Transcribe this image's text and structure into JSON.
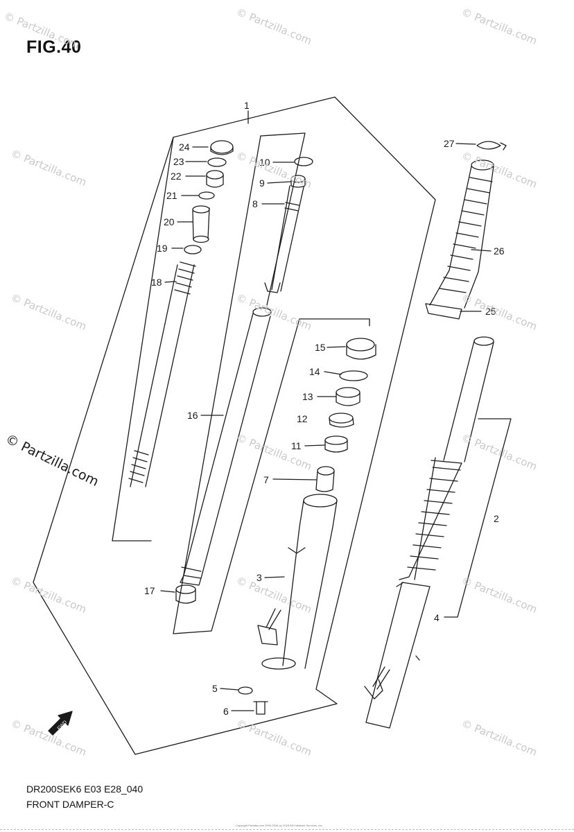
{
  "figure": {
    "title": "FIG.40",
    "model_code": "DR200SEK6 E03 E28_040",
    "diagram_name": "FRONT DAMPER-C",
    "copyright": "Copyright Partzilla.com 2009-2016 (c) 2016 ARI Network Services, Inc."
  },
  "watermark": {
    "text": "© Partzilla.com",
    "prominent_text": "© Partzilla.com"
  },
  "callouts": [
    {
      "id": "1",
      "label": "1"
    },
    {
      "id": "2",
      "label": "2"
    },
    {
      "id": "3",
      "label": "3"
    },
    {
      "id": "4",
      "label": "4"
    },
    {
      "id": "5",
      "label": "5"
    },
    {
      "id": "6",
      "label": "6"
    },
    {
      "id": "7",
      "label": "7"
    },
    {
      "id": "8",
      "label": "8"
    },
    {
      "id": "9",
      "label": "9"
    },
    {
      "id": "10",
      "label": "10"
    },
    {
      "id": "11",
      "label": "11"
    },
    {
      "id": "12",
      "label": "12"
    },
    {
      "id": "13",
      "label": "13"
    },
    {
      "id": "14",
      "label": "14"
    },
    {
      "id": "15",
      "label": "15"
    },
    {
      "id": "16",
      "label": "16"
    },
    {
      "id": "17",
      "label": "17"
    },
    {
      "id": "18",
      "label": "18"
    },
    {
      "id": "19",
      "label": "19"
    },
    {
      "id": "20",
      "label": "20"
    },
    {
      "id": "21",
      "label": "21"
    },
    {
      "id": "22",
      "label": "22"
    },
    {
      "id": "23",
      "label": "23"
    },
    {
      "id": "24",
      "label": "24"
    },
    {
      "id": "25",
      "label": "25"
    },
    {
      "id": "26",
      "label": "26"
    },
    {
      "id": "27",
      "label": "27"
    }
  ],
  "orientation_badge": {
    "label": "FWD",
    "icon": "fwd-arrow-icon"
  },
  "colors": {
    "line": "#1a1a1a",
    "watermark": "#c9c9c9",
    "background": "#ffffff"
  }
}
